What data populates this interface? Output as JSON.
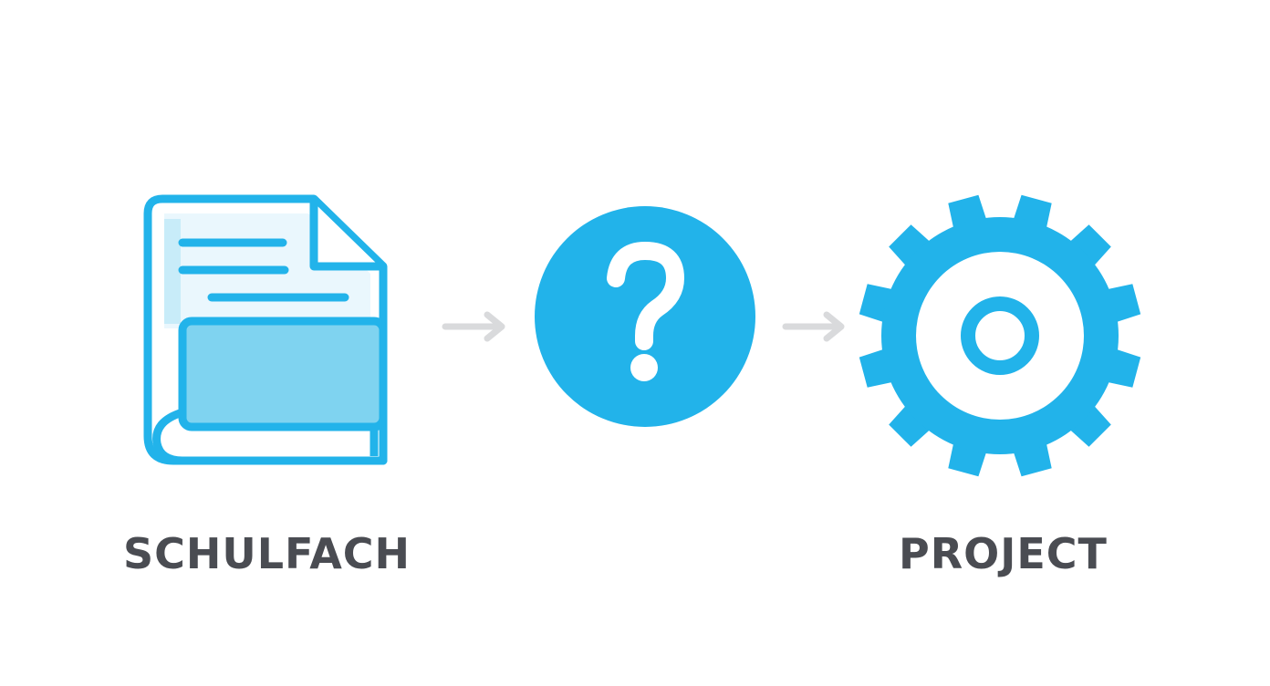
{
  "colors": {
    "accent": "#22b3ea",
    "accent_light": "#7fd3f0",
    "accent_pale": "#dff3fb",
    "arrow": "#d9dadc",
    "label_text": "#4a4c52",
    "background": "#ffffff"
  },
  "nodes": [
    {
      "id": "subject",
      "icon": "book-document-icon",
      "label": "SCHULFACH"
    },
    {
      "id": "unknown",
      "icon": "question-circle-icon",
      "label": ""
    },
    {
      "id": "project",
      "icon": "gear-icon",
      "label": "PROJECT"
    }
  ],
  "connectors": [
    {
      "from": "subject",
      "to": "unknown",
      "icon": "arrow-right-icon"
    },
    {
      "from": "unknown",
      "to": "project",
      "icon": "arrow-right-icon"
    }
  ]
}
